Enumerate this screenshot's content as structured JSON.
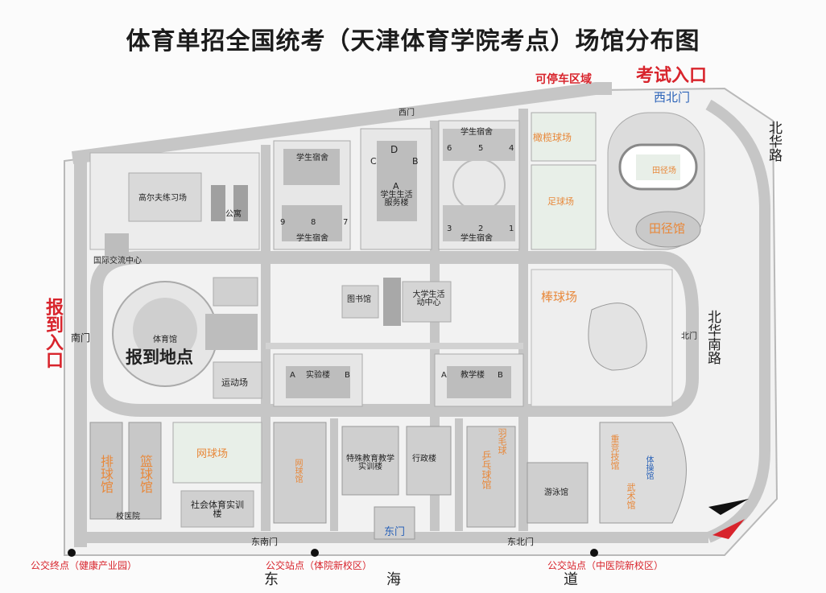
{
  "title": "体育单招全国统考（天津体育学院考点）场馆分布图",
  "labels": {
    "parking": "可停车区域",
    "exam_entrance": "考试入口",
    "northwest_gate": "西北门",
    "west_gate": "西门",
    "north_hua_road_top": "北华路",
    "north_hua_south_road": "北华南路",
    "north_gate": "北门",
    "register_entrance": "报到入口",
    "register_point": "报到地点",
    "south_gate": "南门",
    "east_gate": "东门",
    "southeast_gate": "东南门",
    "northeast_gate": "东北门",
    "dong_hai_road": [
      "东",
      "海",
      "道"
    ]
  },
  "buildings": {
    "golf": "高尔夫练习场",
    "apartment": "公寓",
    "intl_center": "国际交流中心",
    "dorm_a_top": "学生宿舍",
    "dorm_a_bottom": "学生宿舍",
    "dorm_b_top": "学生宿舍",
    "dorm_b_bottom": "学生宿舍",
    "service": "学生生活服务楼",
    "rugby": "橄榄球场",
    "football": "足球场",
    "track_field": "田径场",
    "track_hall": "田径馆",
    "baseball": "棒球场",
    "library": "图书馆",
    "student_center": "大学生活动中心",
    "gym": "体育馆",
    "sports_ground": "运动场",
    "lab": "实验楼",
    "teaching": "教学楼",
    "volleyball": "排球馆",
    "basketball": "篮球馆",
    "hospital": "校医院",
    "tennis": "网球场",
    "social_center": "社会体育实训楼",
    "tennis_hall": "网球馆",
    "special_ed": "特殊教育教学实训楼",
    "admin": "行政楼",
    "pingpong": "乒乓球馆",
    "badminton": "羽毛球",
    "swimming": "游泳馆",
    "gymnastics": "体操馆",
    "martial": "武术馆",
    "combat": "重竞技馆"
  },
  "letters": {
    "a": "A",
    "b": "B",
    "c": "C",
    "d": "D"
  },
  "numbers": [
    "1",
    "2",
    "3",
    "4",
    "5",
    "6",
    "7",
    "8",
    "9"
  ],
  "bus_stops": [
    "公交终点（健康产业园）",
    "公交站点（体院新校区）",
    "公交站点（中医院新校区）"
  ],
  "colors": {
    "road": "#c6c6c6",
    "road_edge": "#a6a6a6",
    "ground": "#f1f1f1",
    "building": "#dcdcdc",
    "building_dark": "#8d8d8d",
    "accent_red": "#d8242c",
    "accent_orange": "#e8883a",
    "gate_blue": "#2a62b8",
    "field_green": "#e8efe8"
  }
}
